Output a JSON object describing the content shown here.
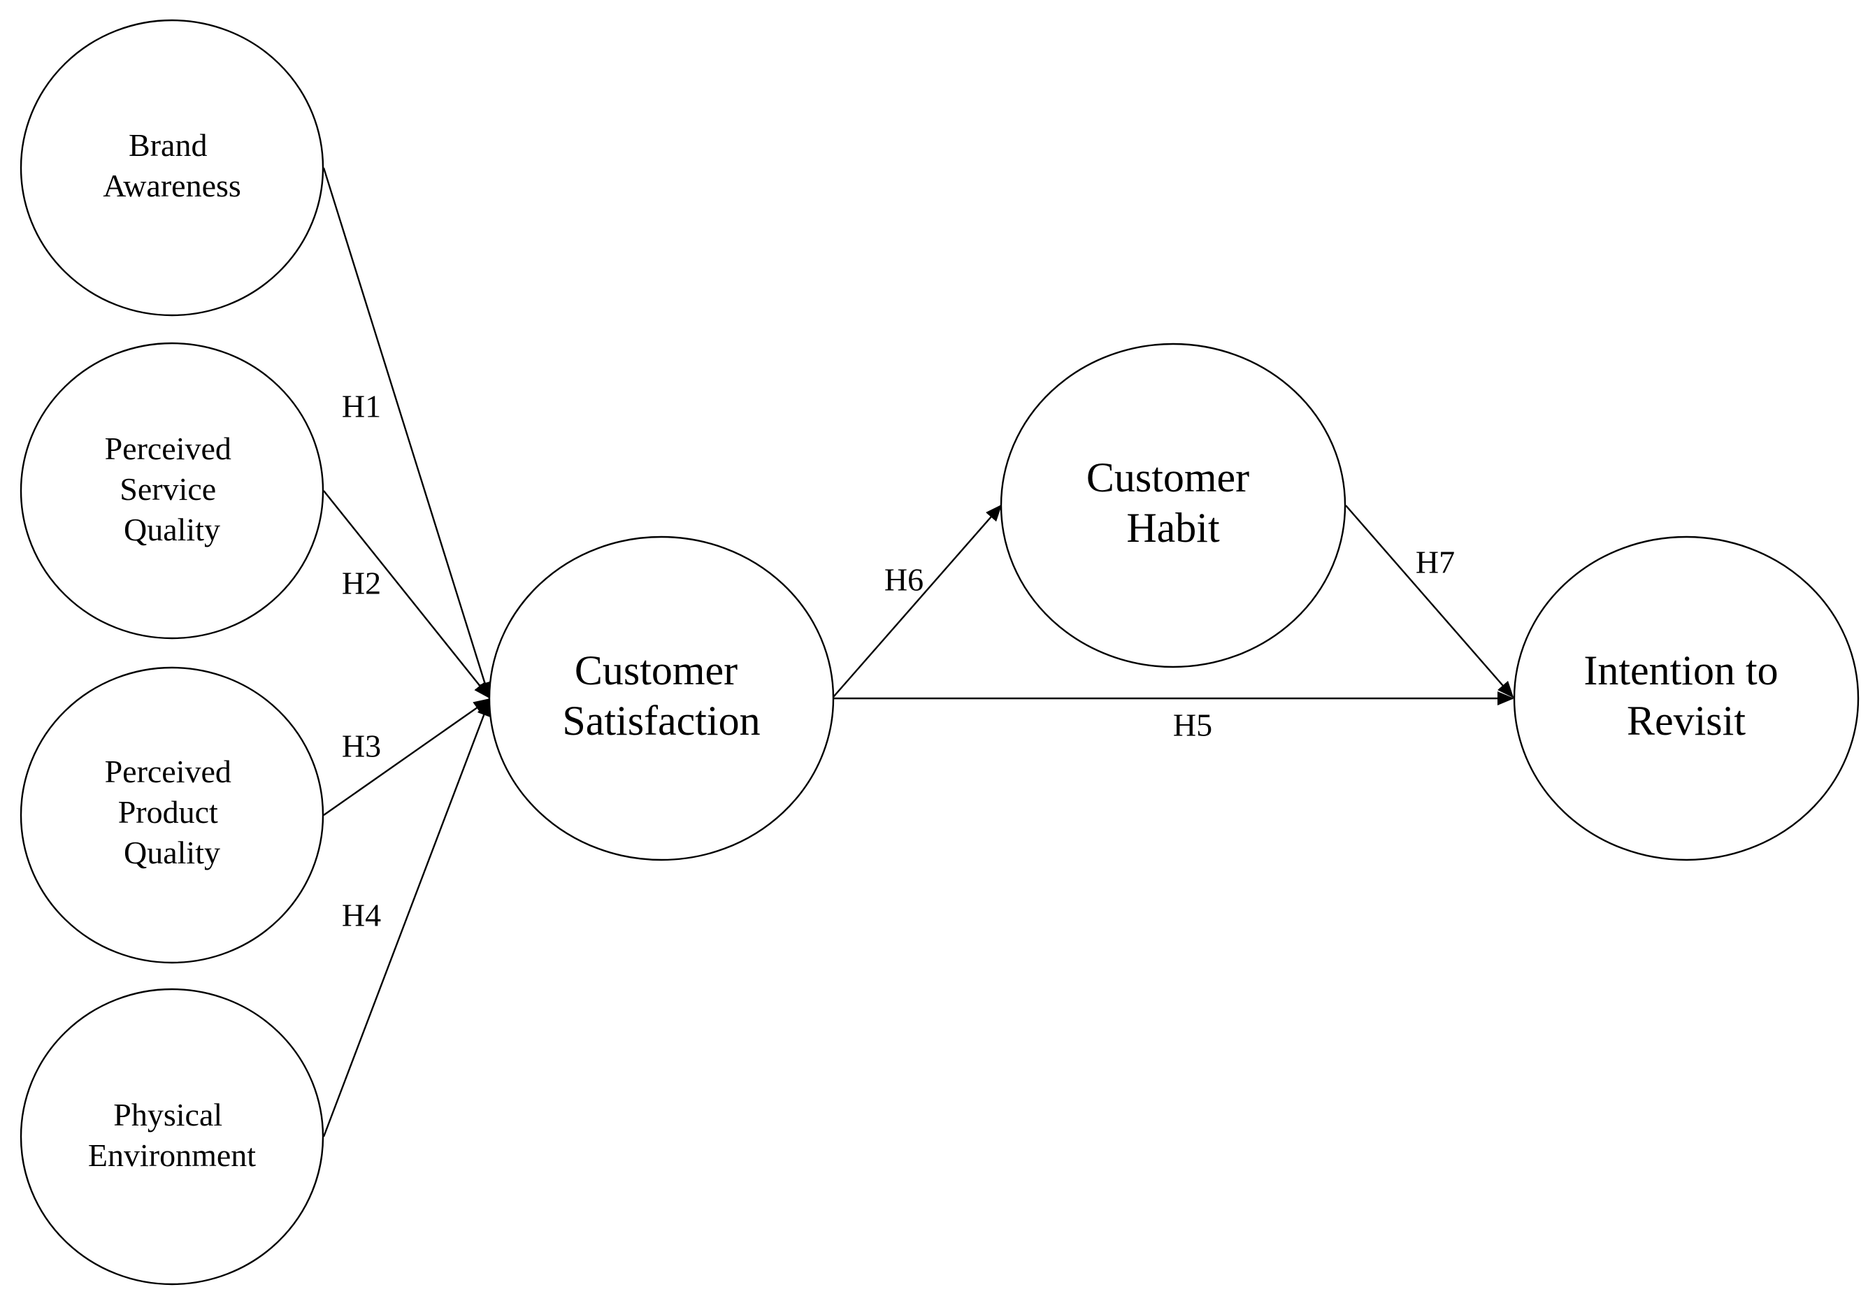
{
  "nodes": {
    "brand_awareness": {
      "lines": [
        "Brand",
        "Awareness"
      ]
    },
    "perceived_service_quality": {
      "lines": [
        "Perceived",
        "Service",
        "Quality"
      ]
    },
    "perceived_product_quality": {
      "lines": [
        "Perceived",
        "Product",
        "Quality"
      ]
    },
    "physical_environment": {
      "lines": [
        "Physical",
        "Environment"
      ]
    },
    "customer_satisfaction": {
      "lines": [
        "Customer",
        "Satisfaction"
      ]
    },
    "customer_habit": {
      "lines": [
        "Customer",
        "Habit"
      ]
    },
    "intention_to_revisit": {
      "lines": [
        "Intention to",
        "Revisit"
      ]
    }
  },
  "edges": {
    "h1": {
      "label": "H1",
      "from": "Brand Awareness",
      "to": "Customer Satisfaction"
    },
    "h2": {
      "label": "H2",
      "from": "Perceived Service Quality",
      "to": "Customer Satisfaction"
    },
    "h3": {
      "label": "H3",
      "from": "Perceived Product Quality",
      "to": "Customer Satisfaction"
    },
    "h4": {
      "label": "H4",
      "from": "Physical Environment",
      "to": "Customer Satisfaction"
    },
    "h5": {
      "label": "H5",
      "from": "Customer Satisfaction",
      "to": "Intention to Revisit"
    },
    "h6": {
      "label": "H6",
      "from": "Customer Satisfaction",
      "to": "Customer Habit"
    },
    "h7": {
      "label": "H7",
      "from": "Customer Habit",
      "to": "Intention to Revisit"
    }
  },
  "colors": {
    "stroke": "#000000",
    "background": "#ffffff"
  }
}
